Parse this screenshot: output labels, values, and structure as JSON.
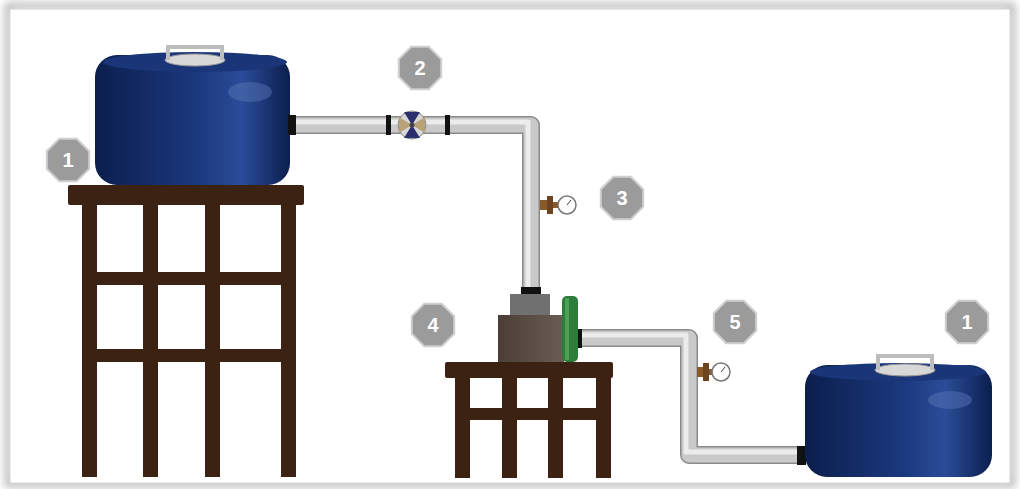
{
  "diagram": {
    "labels": [
      "1",
      "2",
      "3",
      "4",
      "5",
      "1"
    ]
  }
}
